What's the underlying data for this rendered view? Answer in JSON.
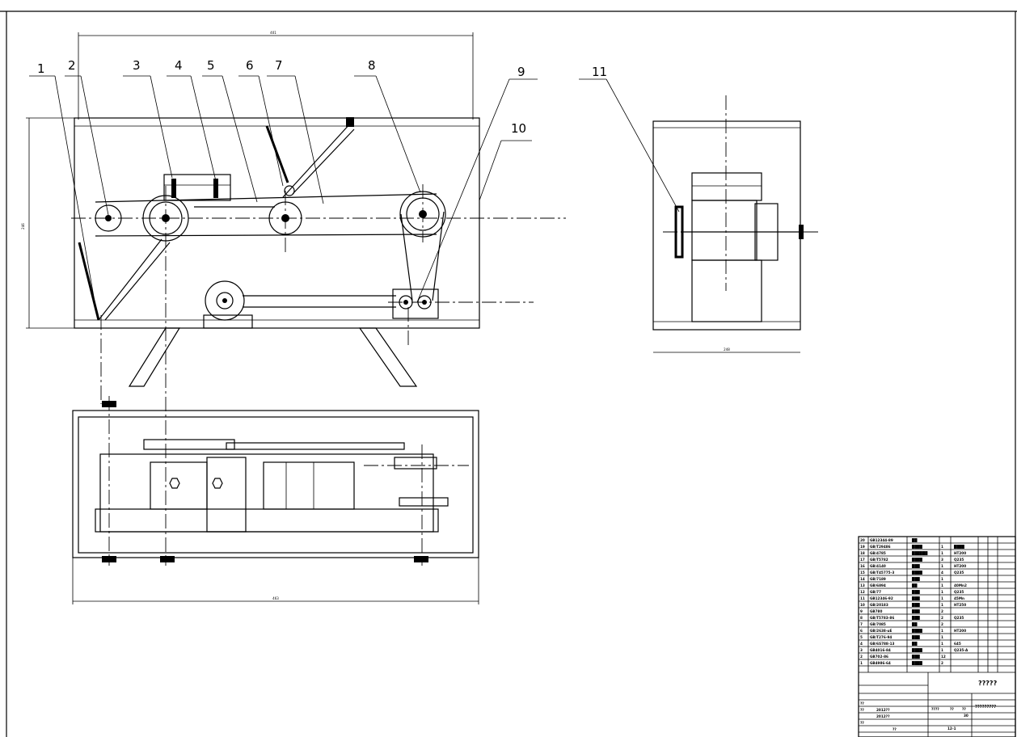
{
  "part_callouts": [
    "1",
    "2",
    "3",
    "4",
    "5",
    "6",
    "7",
    "8",
    "9",
    "10",
    "11"
  ],
  "dimensions": {
    "front_width": "401",
    "front_height": "246",
    "side_width": "248",
    "plan_width": "463"
  },
  "bom": {
    "rows": [
      {
        "no": "20",
        "std": "GB12344-89",
        "name": "██",
        "qty": "",
        "mat": ""
      },
      {
        "no": "19",
        "std": "GB/T29486",
        "name": "████",
        "qty": "1",
        "mat": "████"
      },
      {
        "no": "18",
        "std": "GB/4785",
        "name": "██████",
        "qty": "1",
        "mat": "HT200"
      },
      {
        "no": "17",
        "std": "GB/T5782",
        "name": "████",
        "qty": "3",
        "mat": "Q235"
      },
      {
        "no": "16",
        "std": "GB/4140",
        "name": "███",
        "qty": "1",
        "mat": "HT200"
      },
      {
        "no": "15",
        "std": "GB/T45775-3",
        "name": "████",
        "qty": "4",
        "mat": "Q235"
      },
      {
        "no": "14",
        "std": "GB/7189",
        "name": "███",
        "qty": "1",
        "mat": ""
      },
      {
        "no": "13",
        "std": "GB/6894",
        "name": "██",
        "qty": "1",
        "mat": "40Mn2"
      },
      {
        "no": "12",
        "std": "GB/77",
        "name": "███",
        "qty": "1",
        "mat": "Q235"
      },
      {
        "no": "11",
        "std": "GB12346-92",
        "name": "███",
        "qty": "1",
        "mat": "45Mn"
      },
      {
        "no": "10",
        "std": "GB/20183",
        "name": "███",
        "qty": "1",
        "mat": "HT250"
      },
      {
        "no": "9",
        "std": "GB780",
        "name": "███",
        "qty": "2",
        "mat": ""
      },
      {
        "no": "8",
        "std": "GB/T5783-86",
        "name": "███",
        "qty": "2",
        "mat": "Q235"
      },
      {
        "no": "7",
        "std": "GB/7085",
        "name": "██",
        "qty": "2",
        "mat": ""
      },
      {
        "no": "6",
        "std": "GB/2638-uE",
        "name": "████",
        "qty": "1",
        "mat": "HT200"
      },
      {
        "no": "5",
        "std": "GB/T276-94",
        "name": "███",
        "qty": "1",
        "mat": ""
      },
      {
        "no": "4",
        "std": "GB/6S788-13",
        "name": "██",
        "qty": "1",
        "mat": "645"
      },
      {
        "no": "3",
        "std": "GB4016-84",
        "name": "████",
        "qty": "1",
        "mat": "Q235-A"
      },
      {
        "no": "2",
        "std": "GB702-86",
        "name": "███",
        "qty": "12",
        "mat": ""
      },
      {
        "no": "1",
        "std": "GB4986-64",
        "name": "████",
        "qty": "2",
        "mat": ""
      }
    ],
    "header": [
      "?\n?",
      "?",
      "?",
      "?",
      "?\n?",
      "?",
      "?",
      "??",
      "??",
      "??"
    ],
    "title_mark": "?????",
    "drawing_no": "?????????",
    "scale_row": [
      "????",
      "??",
      "??"
    ],
    "sheet": "12-1",
    "author_rows": [
      [
        "??",
        "??",
        "?",
        "?",
        "??",
        "???"
      ],
      [
        "??",
        "???",
        "2012??",
        "???",
        "(??)",
        "(???)"
      ],
      [
        "??",
        "???",
        "2012??"
      ],
      [
        "??"
      ],
      [
        "??",
        "??"
      ]
    ],
    "scale": "30"
  }
}
